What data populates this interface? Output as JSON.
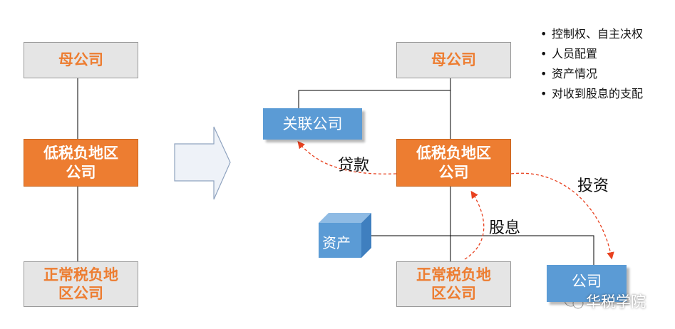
{
  "left": {
    "parent": "母公司",
    "low_tax": [
      "低税负地区",
      "公司"
    ],
    "normal_tax": [
      "正常税负地",
      "区公司"
    ]
  },
  "right": {
    "parent": "母公司",
    "low_tax": [
      "低税负地区",
      "公司"
    ],
    "normal_tax": [
      "正常税负地",
      "区公司"
    ],
    "affiliate": "关联公司",
    "company": "公司",
    "asset": "资产",
    "loan_label": "贷款",
    "invest_label": "投资",
    "dividend_label": "股息"
  },
  "notes": [
    "控制权、自主决权",
    "人员配置",
    "资产情况",
    "对收到股息的支配"
  ],
  "watermark": "华税学院",
  "colors": {
    "orange": "#ed7d31",
    "blue": "#5b9bd5",
    "grey_box": "#e5e5e5",
    "arrow_fill": "#eef2f8"
  }
}
